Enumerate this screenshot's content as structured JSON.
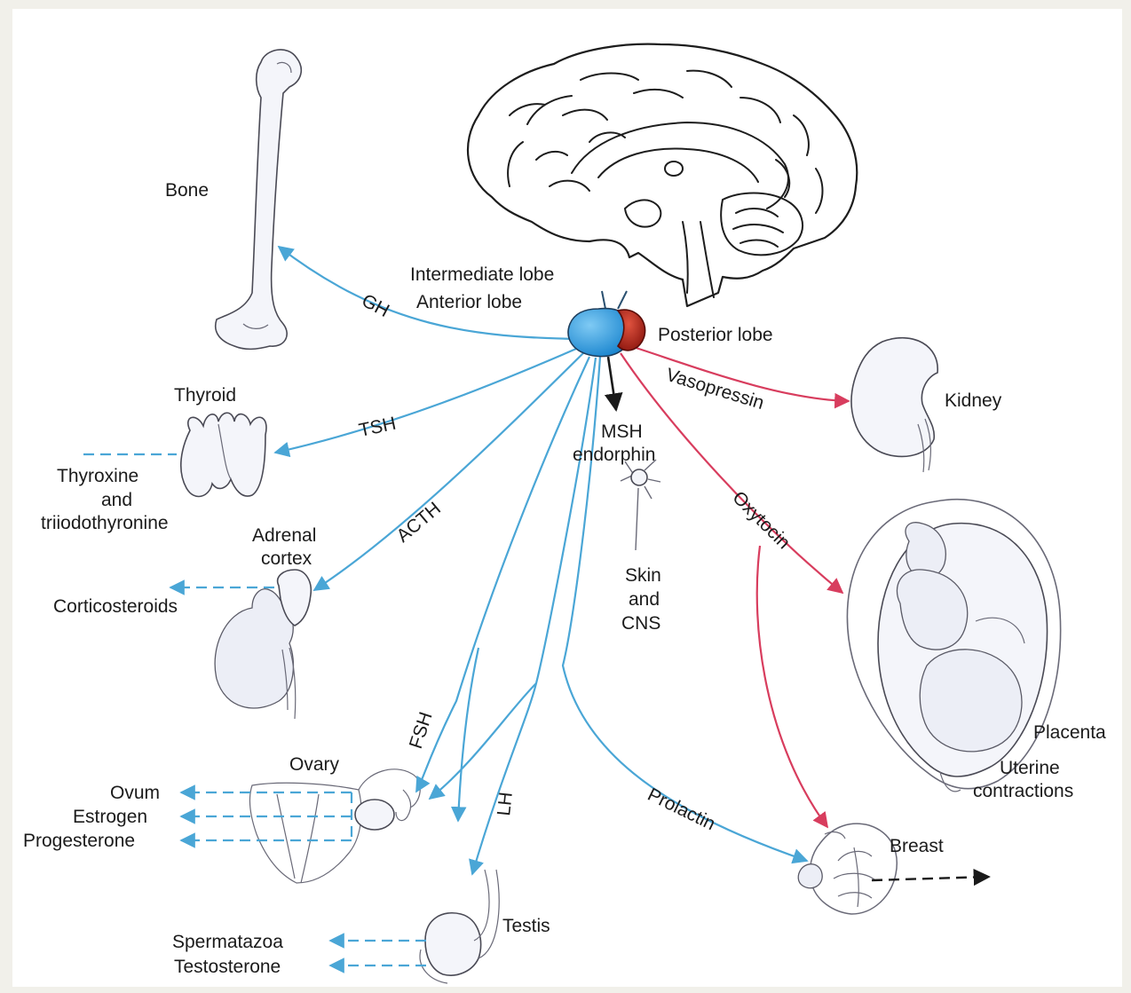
{
  "labels": {
    "bone": "Bone",
    "intermediate_lobe": "Intermediate lobe",
    "anterior_lobe": "Anterior lobe",
    "posterior_lobe": "Posterior lobe",
    "thyroid": "Thyroid",
    "thyroxine_1": "Thyroxine",
    "thyroxine_2": "and",
    "thyroxine_3": "triiodothyronine",
    "kidney": "Kidney",
    "msh": "MSH",
    "endorphin": "endorphin",
    "adrenal_1": "Adrenal",
    "adrenal_2": "cortex",
    "corticosteroids": "Corticosteroids",
    "skin_1": "Skin",
    "skin_2": "and",
    "skin_3": "CNS",
    "ovary": "Ovary",
    "ovum": "Ovum",
    "estrogen": "Estrogen",
    "progesterone": "Progesterone",
    "placenta": "Placenta",
    "uterine_1": "Uterine",
    "uterine_2": "contractions",
    "breast": "Breast",
    "testis": "Testis",
    "spermatazoa": "Spermatazoa",
    "testosterone": "Testosterone"
  },
  "hormones": {
    "gh": "GH",
    "tsh": "TSH",
    "acth": "ACTH",
    "fsh": "FSH",
    "lh": "LH",
    "prolactin": "Prolactin",
    "vasopressin": "Vasopressin",
    "oxytocin": "Oxytocin"
  },
  "colors": {
    "anterior_lobe": "#2f9be0",
    "posterior_lobe": "#c8281b",
    "anterior_pathway": "#4aa6d6",
    "posterior_pathway": "#d83d5e",
    "msh_pathway": "#1a1a1a"
  }
}
